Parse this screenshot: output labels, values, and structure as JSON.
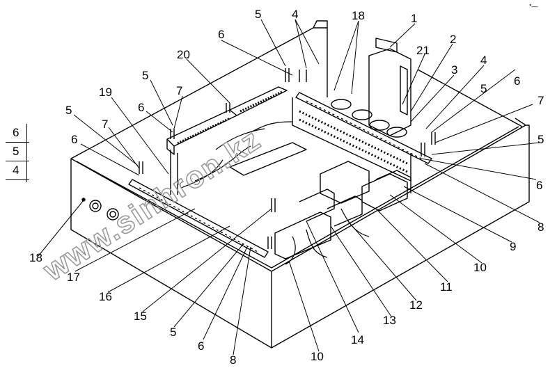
{
  "watermark": "www.sinhron.kz",
  "corner_mark": "*—",
  "legend": [
    "6",
    "5",
    "4"
  ],
  "callouts": [
    {
      "id": "c1",
      "text": "1"
    },
    {
      "id": "c2",
      "text": "2"
    },
    {
      "id": "c3",
      "text": "3"
    },
    {
      "id": "c4a",
      "text": "4"
    },
    {
      "id": "c4b",
      "text": "4"
    },
    {
      "id": "c5a",
      "text": "5"
    },
    {
      "id": "c5b",
      "text": "5"
    },
    {
      "id": "c5c",
      "text": "5"
    },
    {
      "id": "c5d",
      "text": "5"
    },
    {
      "id": "c5e",
      "text": "5"
    },
    {
      "id": "c5f",
      "text": "5"
    },
    {
      "id": "c6a",
      "text": "6"
    },
    {
      "id": "c6b",
      "text": "6"
    },
    {
      "id": "c6c",
      "text": "6"
    },
    {
      "id": "c6d",
      "text": "6"
    },
    {
      "id": "c6e",
      "text": "6"
    },
    {
      "id": "c6f",
      "text": "6"
    },
    {
      "id": "c7a",
      "text": "7"
    },
    {
      "id": "c7b",
      "text": "7"
    },
    {
      "id": "c7c",
      "text": "7"
    },
    {
      "id": "c8a",
      "text": "8"
    },
    {
      "id": "c8b",
      "text": "8"
    },
    {
      "id": "c9",
      "text": "9"
    },
    {
      "id": "c10a",
      "text": "10"
    },
    {
      "id": "c10b",
      "text": "10"
    },
    {
      "id": "c11",
      "text": "11"
    },
    {
      "id": "c12",
      "text": "12"
    },
    {
      "id": "c13",
      "text": "13"
    },
    {
      "id": "c14",
      "text": "14"
    },
    {
      "id": "c15",
      "text": "15"
    },
    {
      "id": "c16",
      "text": "16"
    },
    {
      "id": "c17",
      "text": "17"
    },
    {
      "id": "c18a",
      "text": "18"
    },
    {
      "id": "c18b",
      "text": "18"
    },
    {
      "id": "c19",
      "text": "19"
    },
    {
      "id": "c20",
      "text": "20"
    },
    {
      "id": "c21",
      "text": "21"
    }
  ]
}
